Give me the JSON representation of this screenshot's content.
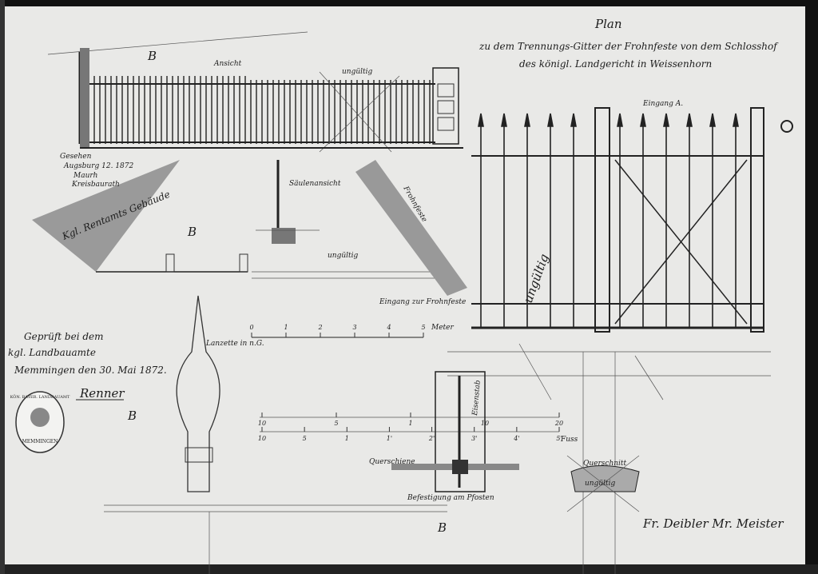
{
  "title": {
    "heading": "Plan",
    "line1": "zu dem Trennungs-Gitter der Frohnfeste von dem Schlosshof",
    "line2": "des königl. Landgericht in Weissenhorn"
  },
  "labels": {
    "section_mark": "B",
    "ansicht": "Ansicht",
    "ungueltig": "ungültig",
    "eingang_a": "Eingang A.",
    "saeulenansicht": "Säulenansicht",
    "frohnfeste": "Frohnfeste",
    "eingang_frohnfeste": "Eingang zur Frohnfeste",
    "rentamt": "Kgl. Rentamts Gebäude",
    "lanzette": "Lanzette in n.G.",
    "querschiene": "Querschiene",
    "querschnitt": "Querschnitt",
    "befestigung": "Befestigung am Pfosten",
    "gate_note": "ungültig",
    "dim_note": "Eisenstab"
  },
  "note_augsburg": {
    "line1": "Gesehen",
    "line2": "Augsburg 12. 1872",
    "line3": "Maurh",
    "line4": "Kreisbaurath"
  },
  "approval": {
    "line1": "Geprüft bei dem",
    "line2": "kgl. Landbauamte",
    "line3": "Memmingen den 30. Mai 1872.",
    "signature": "Renner"
  },
  "stamp": {
    "ring": "KÖN. BAYER. LANDBAUAMT",
    "town": "MEMMINGEN"
  },
  "maker_signature": "Fr. Deibler Mr. Meister",
  "scale_meter": {
    "ticks": [
      "0",
      "1",
      "2",
      "3",
      "4",
      "5"
    ],
    "unit": "Meter"
  },
  "scale_inch": {
    "ticks": [
      "10",
      "5",
      "1",
      "10",
      "20"
    ]
  },
  "scale_foot": {
    "ticks": [
      "10",
      "5",
      "1",
      "1'",
      "2'",
      "3'",
      "4'",
      "5'"
    ],
    "unit": "Fuss"
  }
}
